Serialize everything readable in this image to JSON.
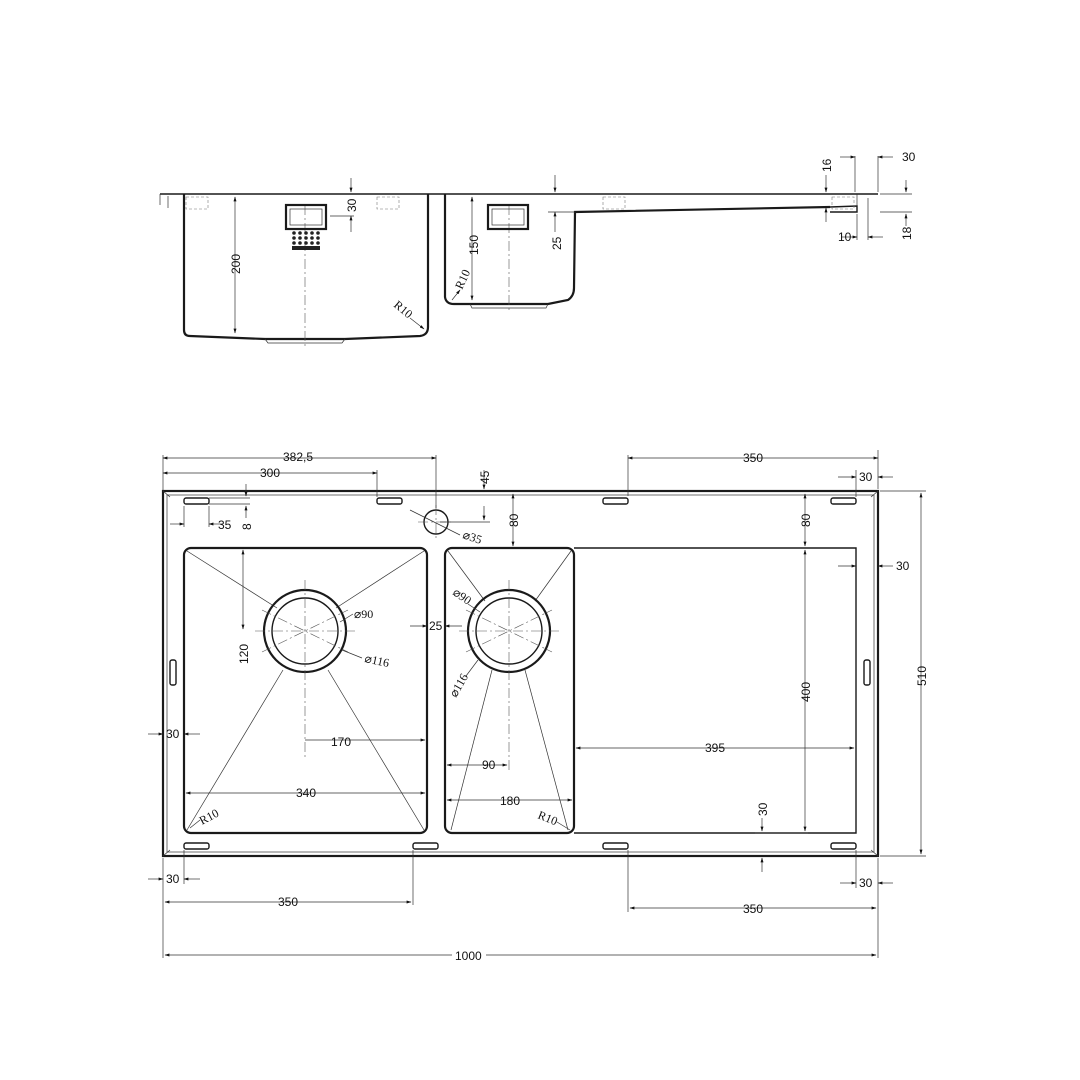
{
  "side_view": {
    "dim_16": "16",
    "dim_30_top": "30",
    "dim_30_basket": "30",
    "dim_200": "200",
    "dim_150": "150",
    "dim_25": "25",
    "r_left": "R10",
    "r_right": "R10",
    "dim_10": "10",
    "dim_18": "18"
  },
  "plan_view": {
    "d382": "382,5",
    "d300": "300",
    "d45": "45",
    "d350_top": "350",
    "d30_topright": "30",
    "d35": "35",
    "d8": "8",
    "d80_left": "80",
    "d80_right": "80",
    "dia35": "⌀35",
    "d30_right": "30",
    "dia90_left": "⌀90",
    "dia116_left": "⌀116",
    "d120": "120",
    "d25": "25",
    "dia90_right": "⌀90",
    "dia116_right": "⌀116",
    "d510": "510",
    "d400": "400",
    "d30_left": "30",
    "d170": "170",
    "d395": "395",
    "d90": "90",
    "d340": "340",
    "d180": "180",
    "r10_left": "R10",
    "r10_right": "R10",
    "d30_inner_bottom": "30",
    "d30_bottomleft": "30",
    "d30_bottomright": "30",
    "d350_bottomleft": "350",
    "d350_bottomright": "350",
    "d1000": "1000"
  }
}
